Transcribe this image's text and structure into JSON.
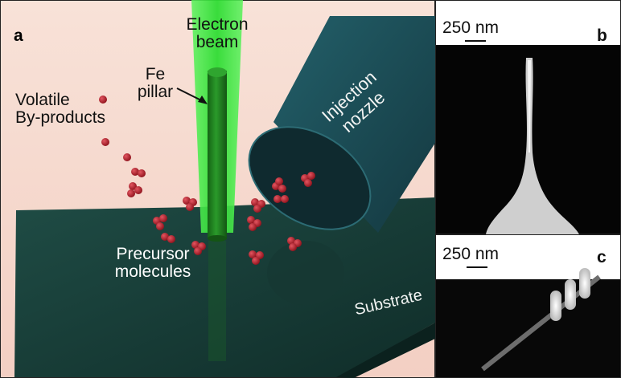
{
  "panel_a": {
    "letter": "a",
    "electron_beam": [
      "Electron",
      "beam"
    ],
    "fe_pillar": [
      "Fe",
      "pillar"
    ],
    "volatile": [
      "Volatile",
      "By-products"
    ],
    "injection_nozzle": [
      "Injection",
      "nozzle"
    ],
    "precursor": [
      "Precursor",
      "molecules"
    ],
    "substrate": "Substrate"
  },
  "panel_b": {
    "letter": "b",
    "scale_label": "250 nm"
  },
  "panel_c": {
    "letter": "c",
    "scale_label": "250 nm"
  },
  "colors": {
    "background_a": "#f7dcd2",
    "substrate": "#17403a",
    "nozzle": "#1c4c54",
    "beam": "#39e23a",
    "pillar": "#1e7d1e",
    "molecule": "#b9202a",
    "sem_background": "#050505"
  }
}
